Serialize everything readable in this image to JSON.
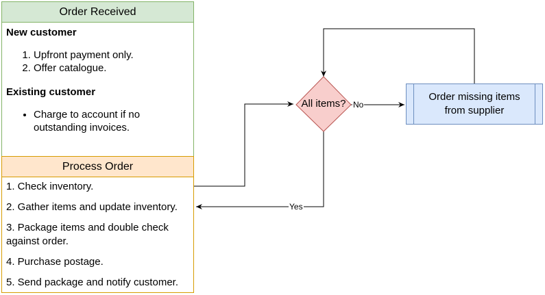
{
  "order_received": {
    "title": "Order Received",
    "new_customer": {
      "heading": "New customer",
      "items": [
        "Upfront payment only.",
        "Offer catalogue."
      ]
    },
    "existing_customer": {
      "heading": "Existing customer",
      "items": [
        "Charge to account if no outstanding invoices."
      ]
    }
  },
  "process_order": {
    "title": "Process Order",
    "steps": [
      "1. Check inventory.",
      "2. Gather items and update inventory.",
      "3. Package items and double check against order.",
      "4. Purchase postage.",
      "5. Send package and notify customer."
    ]
  },
  "decision": {
    "label": "All items?",
    "no_label": "No",
    "yes_label": "Yes"
  },
  "order_missing": {
    "label": "Order missing items from supplier"
  },
  "colors": {
    "green_fill": "#d5e8d4",
    "green_stroke": "#82b366",
    "orange_fill": "#ffe6cc",
    "orange_stroke": "#d79b00",
    "red_fill": "#f8cecc",
    "red_stroke": "#b85450",
    "blue_fill": "#dae8fc",
    "blue_stroke": "#6c8ebf"
  }
}
